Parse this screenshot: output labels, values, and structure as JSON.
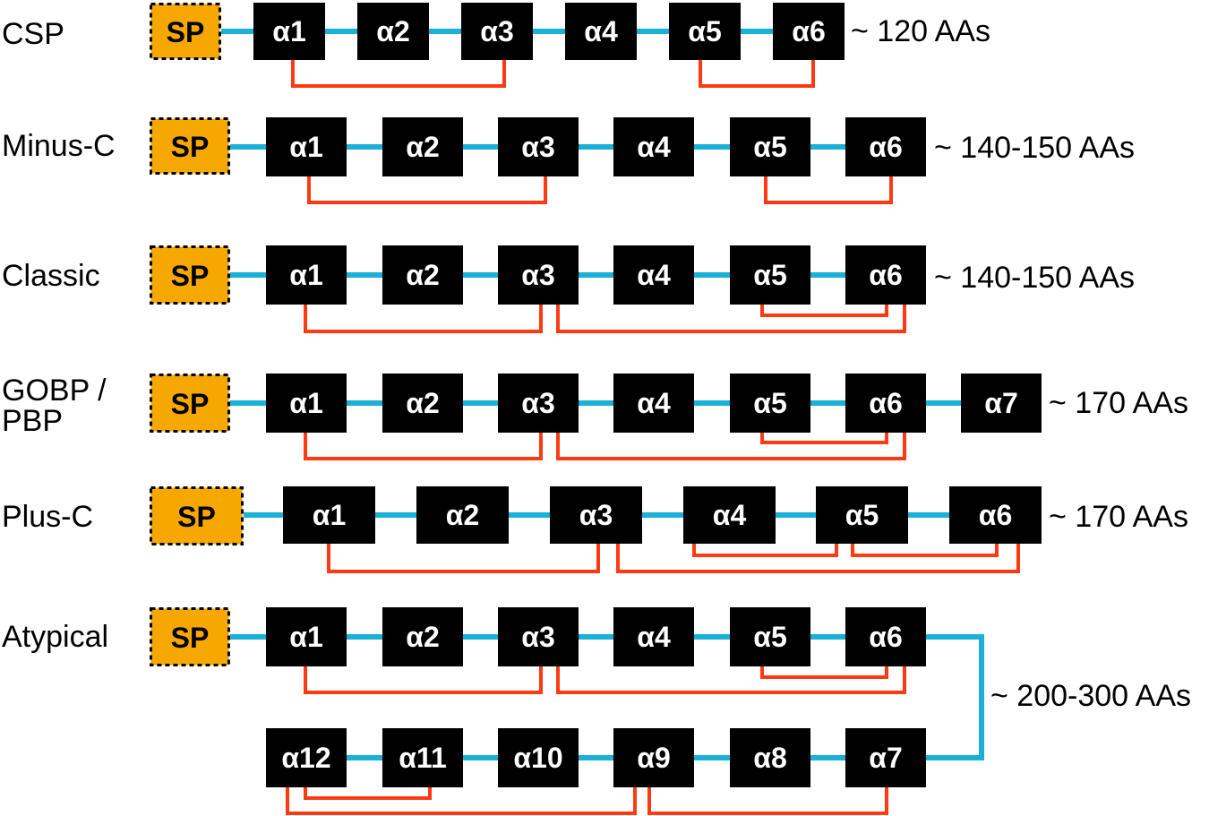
{
  "colors": {
    "signal_peptide_fill": "#f7a800",
    "helix_fill": "#000000",
    "helix_text": "#ffffff",
    "linker": "#1ab0d8",
    "disulfide_bond": "#ff3a12"
  },
  "signal_peptide_label": "SP",
  "rows": [
    {
      "name": "CSP",
      "length": "~ 120 AAs",
      "helices": [
        "α1",
        "α2",
        "α3",
        "α4",
        "α5",
        "α6"
      ]
    },
    {
      "name": "Minus-C",
      "length": "~ 140-150 AAs",
      "helices": [
        "α1",
        "α2",
        "α3",
        "α4",
        "α5",
        "α6"
      ]
    },
    {
      "name": "Classic",
      "length": "~ 140-150 AAs",
      "helices": [
        "α1",
        "α2",
        "α3",
        "α4",
        "α5",
        "α6"
      ]
    },
    {
      "name": "GOBP /\nPBP",
      "length": "~ 170 AAs",
      "helices": [
        "α1",
        "α2",
        "α3",
        "α4",
        "α5",
        "α6",
        "α7"
      ]
    },
    {
      "name": "Plus-C",
      "length": "~ 170 AAs",
      "helices": [
        "α1",
        "α2",
        "α3",
        "α4",
        "α5",
        "α6"
      ]
    },
    {
      "name": "Atypical",
      "length": "~ 200-300 AAs",
      "helices": [
        "α1",
        "α2",
        "α3",
        "α4",
        "α5",
        "α6"
      ],
      "helices_second_line": [
        "α12",
        "α11",
        "α10",
        "α9",
        "α8",
        "α7"
      ]
    }
  ]
}
